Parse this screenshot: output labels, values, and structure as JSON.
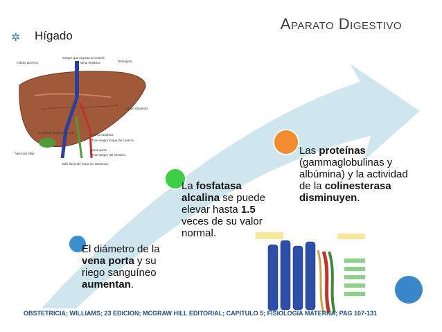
{
  "slide": {
    "title": "Aparato Digestivo",
    "bullet": "Hígado"
  },
  "steps": [
    {
      "parts": [
        {
          "text": "El diámetro de ",
          "bold": false
        },
        {
          "text": "la ",
          "bold": false
        },
        {
          "text": "vena porta",
          "bold": true
        },
        {
          "text": " y su riego sanguíneo ",
          "bold": false
        },
        {
          "text": "aumentan",
          "bold": true
        },
        {
          "text": ".",
          "bold": false
        }
      ],
      "circle_color": "#3a8fd0"
    },
    {
      "parts": [
        {
          "text": "La ",
          "bold": false
        },
        {
          "text": "fosfatasa alcalina",
          "bold": true
        },
        {
          "text": " se puede elevar hasta ",
          "bold": false
        },
        {
          "text": "1.5",
          "bold": true
        },
        {
          "text": " veces de su valor normal.",
          "bold": false
        }
      ],
      "circle_color": "#3fcf46"
    },
    {
      "parts": [
        {
          "text": "Las ",
          "bold": false
        },
        {
          "text": "proteínas",
          "bold": true
        },
        {
          "text": " (gammaglobulinas y albúmina) y la actividad de la ",
          "bold": false
        },
        {
          "text": "colinesterasa disminuyen",
          "bold": true
        },
        {
          "text": ".",
          "bold": false
        }
      ],
      "circle_color": "#f28a2e"
    }
  ],
  "liver_labels": {
    "top": "Sangre que regresa al corazón",
    "vena_hepatica": "Vena hepática",
    "lobulo_derecho": "Lóbulo derecho",
    "diafragma": "Diafragma",
    "lobulo_izquierdo": "Lóbulo izquierdo",
    "arteria": "Arteria hepática",
    "trae": "Trae sangre limpia del corazón",
    "conducto": "Conducto hepático común",
    "vena_porta": "Vena porta",
    "trae_intestino": "Trae sangre del intestino",
    "vesicula": "Vesícula biliar",
    "bilis": "Bilis fluyendo hacia los intestinos"
  },
  "footer": "OBSTETRICIA; WILLIAMS; 23 EDICION; MCGRAW HILL EDITORIAL; CAPITULO 5; FISIOLOGIA MATERNA; PAG 107-131",
  "colors": {
    "arrow": "#cfe6ef",
    "accent_blue": "#3a7ca5",
    "corner_circle": "#3b86c8",
    "liver": "#a05a3a",
    "footer": "#1e4f83"
  }
}
